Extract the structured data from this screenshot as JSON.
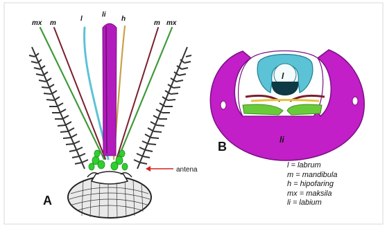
{
  "panels": {
    "a": "A",
    "b": "B"
  },
  "mouthpart_labels_left": [
    "mx",
    "m",
    "l"
  ],
  "mouthpart_labels_center": "li",
  "mouthpart_labels_right": [
    "h",
    "m",
    "mx"
  ],
  "annotation": "antena",
  "section_labels": {
    "labrum": "l",
    "labium": "li"
  },
  "legend": [
    "l = labrum",
    "m = mandibula",
    "h = hipofaring",
    "mx = maksila",
    "li = labium"
  ],
  "colors": {
    "labium": "#c21fc8",
    "labium_dark": "#8a1495",
    "mandible": "#7a1f2e",
    "maxilla": "#3f9a3a",
    "labrum": "#5cc3d6",
    "hypopharynx": "#c8a24a",
    "antenna": "#333333",
    "arrow": "#d22020",
    "palp_green": "#2fcf2f"
  }
}
